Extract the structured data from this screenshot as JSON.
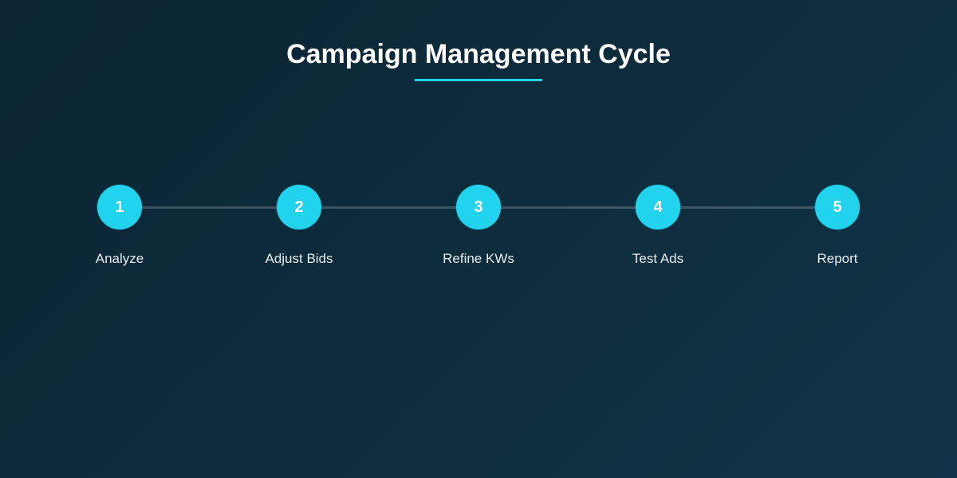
{
  "title": "Campaign Management Cycle",
  "colors": {
    "accent": "#22d3ee",
    "background_start": "#0b2533",
    "background_end": "#103447",
    "label_text": "#e6edf1"
  },
  "steps": [
    {
      "number": "1",
      "label": "Analyze"
    },
    {
      "number": "2",
      "label": "Adjust Bids"
    },
    {
      "number": "3",
      "label": "Refine KWs"
    },
    {
      "number": "4",
      "label": "Test Ads"
    },
    {
      "number": "5",
      "label": "Report"
    }
  ]
}
